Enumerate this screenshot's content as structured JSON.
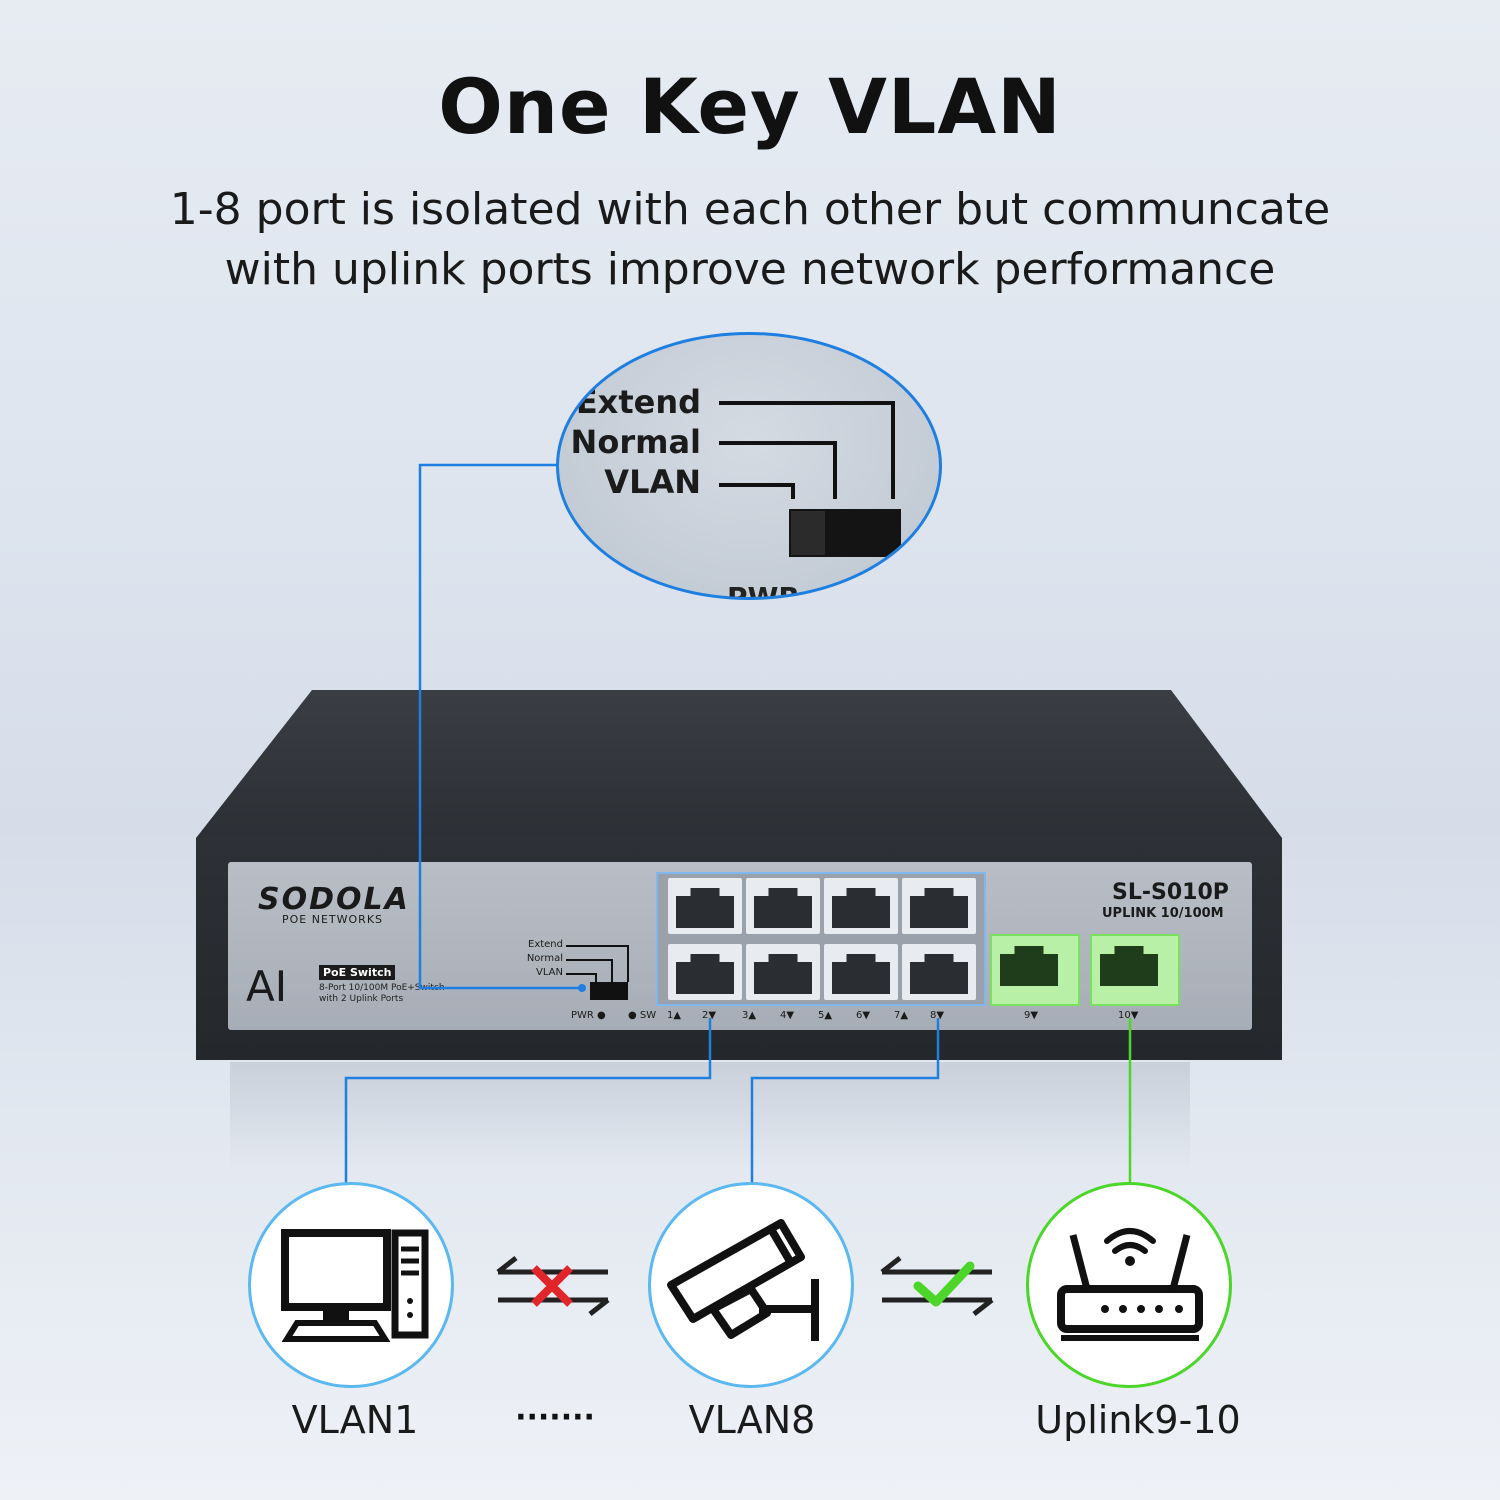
{
  "heading": {
    "title": "One Key VLAN",
    "subtitle_line1": "1-8 port is isolated with each other but communcate",
    "subtitle_line2": "with uplink ports improve network performance"
  },
  "zoom": {
    "extend": "Extend",
    "normal": "Normal",
    "vlan": "VLAN",
    "pwr": "PWR"
  },
  "device": {
    "brand": "SODOLA",
    "brand_sub": "POE NETWORKS",
    "ai_logo": "AI",
    "poe_badge": "PoE Switch",
    "desc_line1": "8-Port 10/100M PoE+Switch",
    "desc_line2": "with 2 Uplink Ports",
    "mini_extend": "Extend",
    "mini_normal": "Normal",
    "mini_vlan": "VLAN",
    "model": "SL-S010P",
    "uplink_label": "UPLINK 10/100M",
    "pwr_label": "PWR ●",
    "sw_label": "● SW",
    "port_labels": [
      "1▲",
      "2▼",
      "3▲",
      "4▼",
      "5▲",
      "6▼",
      "7▲",
      "8▼"
    ],
    "uplink_port_labels": [
      "9▼",
      "10▼"
    ]
  },
  "bottom": {
    "left_caption": "VLAN1",
    "dots": "·······",
    "middle_caption": "VLAN8",
    "right_caption": "Uplink9-10"
  },
  "colors": {
    "blue": "#1f7fe0",
    "green": "#4cd629",
    "red": "#e0262b"
  },
  "icons": {
    "left": "computer-icon",
    "middle": "security-camera-icon",
    "right": "router-icon",
    "blocked": "blocked-link-icon",
    "allowed": "allowed-link-icon"
  }
}
